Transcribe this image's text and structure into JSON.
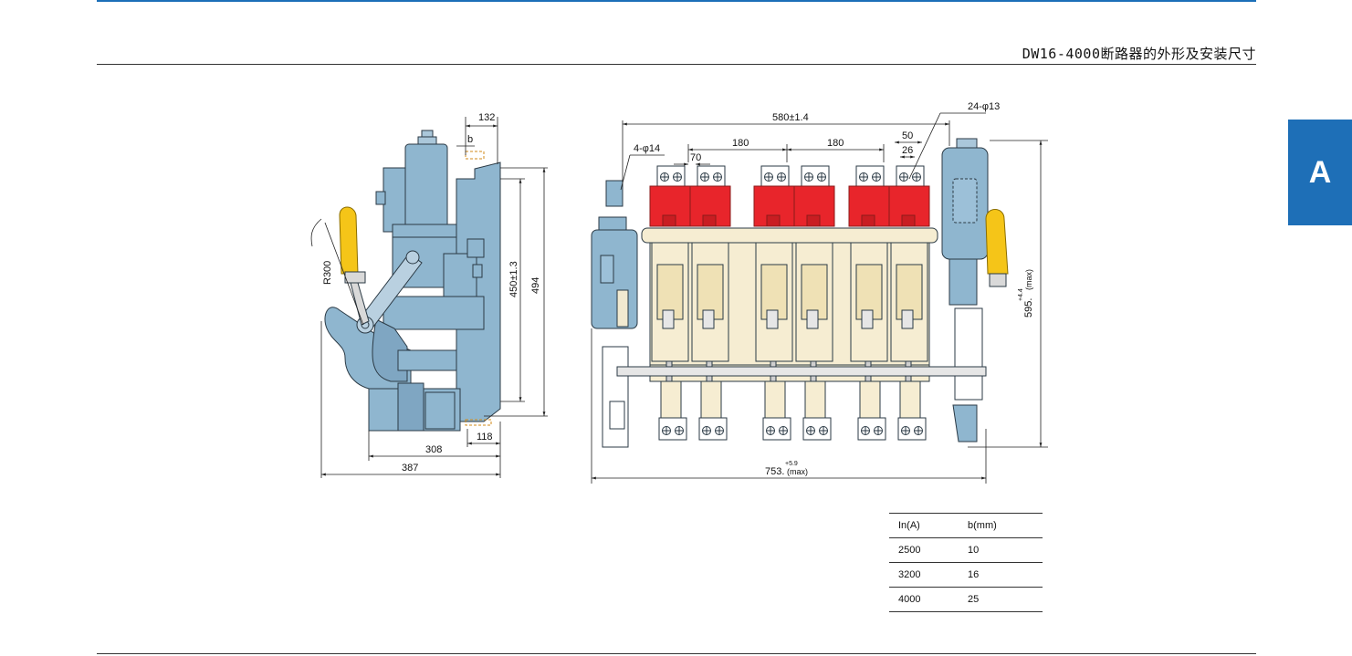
{
  "header": {
    "title": "DW16-4000断路器的外形及安装尺寸"
  },
  "side_tab": {
    "label": "A"
  },
  "left_view": {
    "dims": {
      "d132": "132",
      "b": "b",
      "r300": "R300",
      "d450": "450±1.3",
      "d494": "494",
      "d308": "308",
      "d118": "118",
      "d387": "387"
    }
  },
  "front_view": {
    "dims": {
      "d580": "580±1.4",
      "holes24": "24-φ13",
      "holes4": "4-φ14",
      "d180a": "180",
      "d180b": "180",
      "d70": "70",
      "d50": "50",
      "d26": "26",
      "d595": "595.",
      "d595_tol": "+4.4",
      "d595_max": "(max)",
      "d753": "753.",
      "d753_tol": "+5.9",
      "d753_max": "(max)"
    }
  },
  "spec_table": {
    "headers": [
      "In(A)",
      "b(mm)"
    ],
    "rows": [
      [
        "2500",
        "10"
      ],
      [
        "3200",
        "16"
      ],
      [
        "4000",
        "25"
      ]
    ]
  },
  "colors": {
    "accent": "#1e6fb7",
    "body_blue": "#8fb6cf",
    "terminal_red": "#e8252b",
    "handle_yellow": "#f5c518",
    "insulator": "#f6edd2"
  }
}
